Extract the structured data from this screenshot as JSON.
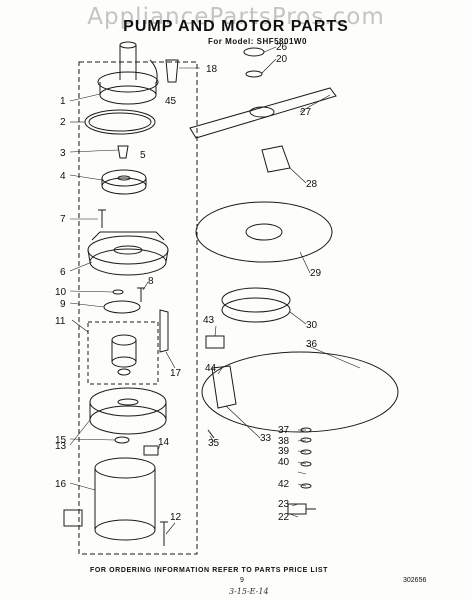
{
  "watermark": "AppliancePartsPros.com",
  "title": "PUMP AND MOTOR PARTS",
  "model": "For Model: SHF5801W0",
  "callouts": [
    "1",
    "2",
    "3",
    "4",
    "5",
    "6",
    "7",
    "8",
    "9",
    "10",
    "11",
    "12",
    "13",
    "14",
    "15",
    "16",
    "17",
    "18",
    "20",
    "22",
    "23",
    "26",
    "27",
    "28",
    "29",
    "30",
    "33",
    "35",
    "36",
    "37",
    "38",
    "39",
    "40",
    "42",
    "43",
    "44",
    "45"
  ],
  "footer": "FOR ORDERING INFORMATION REFER TO PARTS PRICE LIST",
  "page_number": "9",
  "reference_number": "302656",
  "handwritten_note": "3-15-E-14"
}
